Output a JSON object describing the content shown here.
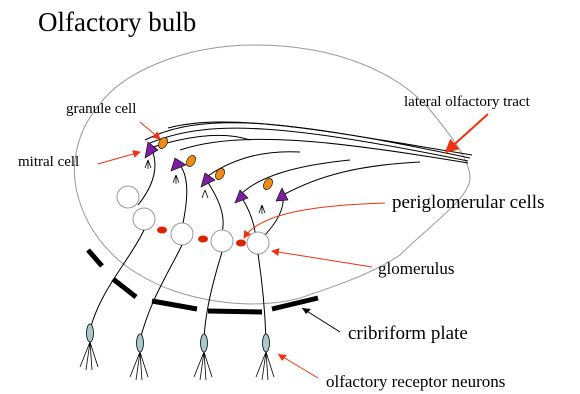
{
  "diagram": {
    "title": "Olfactory bulb",
    "labels": {
      "granule_cell": "granule cell",
      "mitral_cell": "mitral cell",
      "lateral_olfactory_tract": "lateral olfactory tract",
      "periglomerular_cells": "periglomerular cells",
      "glomerulus": "glomerulus",
      "cribriform_plate": "cribriform plate",
      "olfactory_receptor_neurons": "olfactory receptor neurons"
    },
    "colors": {
      "arrow": "#ee3311",
      "mitral_cell": "#7a1fa0",
      "granule_cell": "#f08a10",
      "periglomerular_cell": "#dd2200",
      "receptor_neuron": "#a8c8cc",
      "plate": "#000000",
      "bulb_outline": "#999999"
    }
  }
}
